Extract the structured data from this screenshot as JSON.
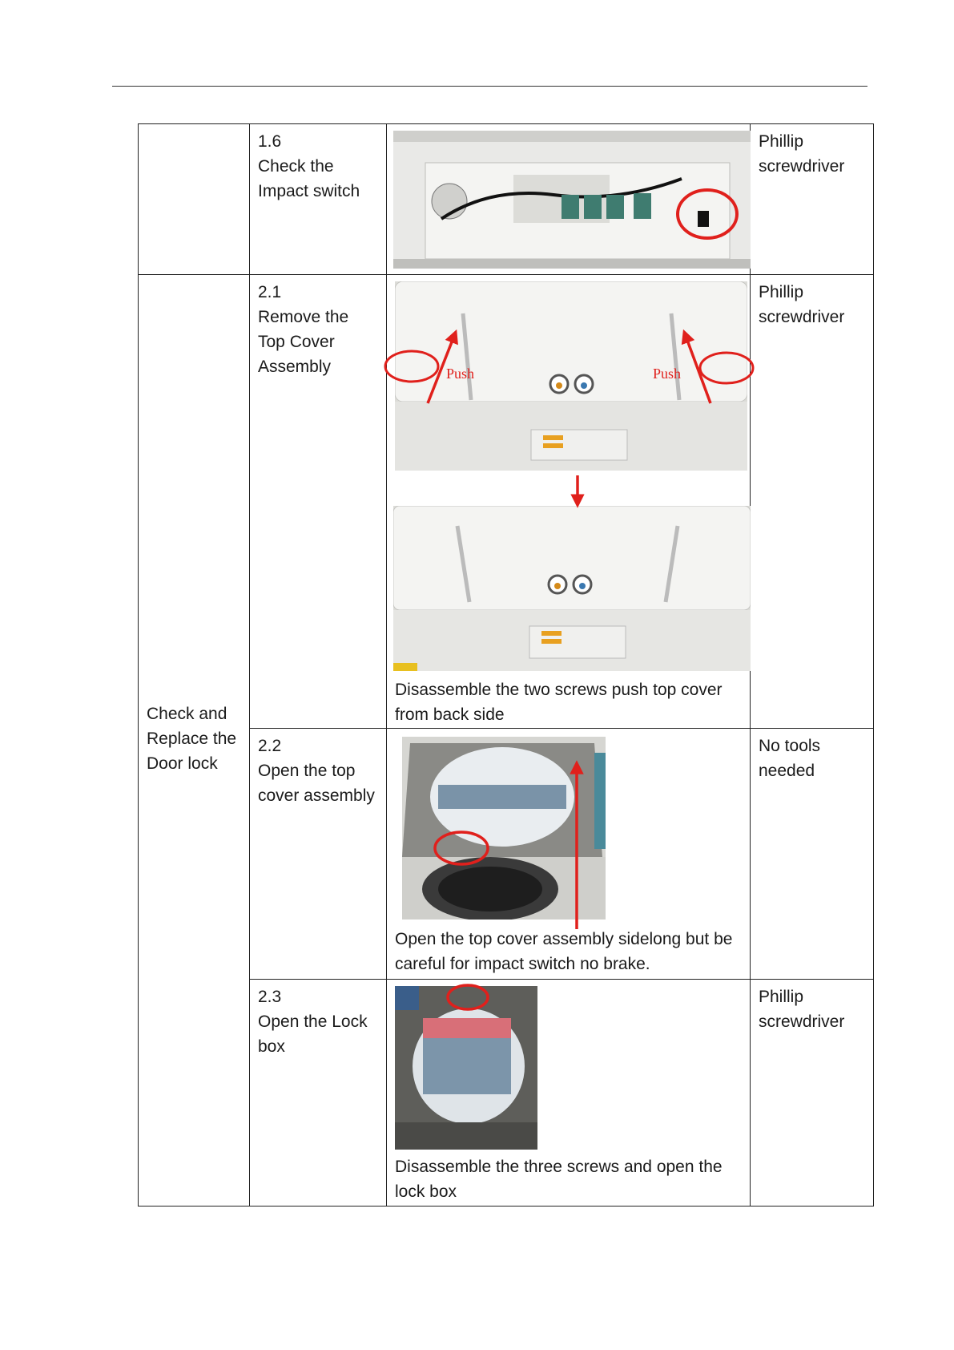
{
  "section": {
    "label_line1": "Check and",
    "label_line2": "Replace the",
    "label_line3": "Door lock"
  },
  "rows": [
    {
      "step": "1.6",
      "title_lines": [
        "Check the",
        "Impact switch"
      ],
      "caption_lines": [],
      "tool_lines": [
        "Phillip",
        "screwdriver"
      ]
    },
    {
      "step": "2.1",
      "title_lines": [
        "Remove the",
        "Top Cover",
        "Assembly"
      ],
      "caption_lines": [
        "Disassemble the two screws push top cover",
        "from back side"
      ],
      "push_labels": [
        "Push",
        "Push"
      ],
      "tool_lines": [
        "Phillip",
        "screwdriver"
      ]
    },
    {
      "step": "2.2",
      "title_lines": [
        "Open the top",
        "cover assembly"
      ],
      "caption_lines": [
        "Open the top cover assembly sidelong but be",
        "careful for impact switch no brake."
      ],
      "tool_lines": [
        "No tools",
        "needed"
      ]
    },
    {
      "step": "2.3",
      "title_lines": [
        "Open the Lock",
        "box"
      ],
      "caption_lines": [
        "Disassemble the three screws and open the",
        "lock box"
      ],
      "tool_lines": [
        "Phillip",
        "screwdriver"
      ]
    }
  ],
  "colors": {
    "annotation_red": "#e0201c",
    "border": "#222222",
    "panel_white": "#f2f2f0"
  }
}
